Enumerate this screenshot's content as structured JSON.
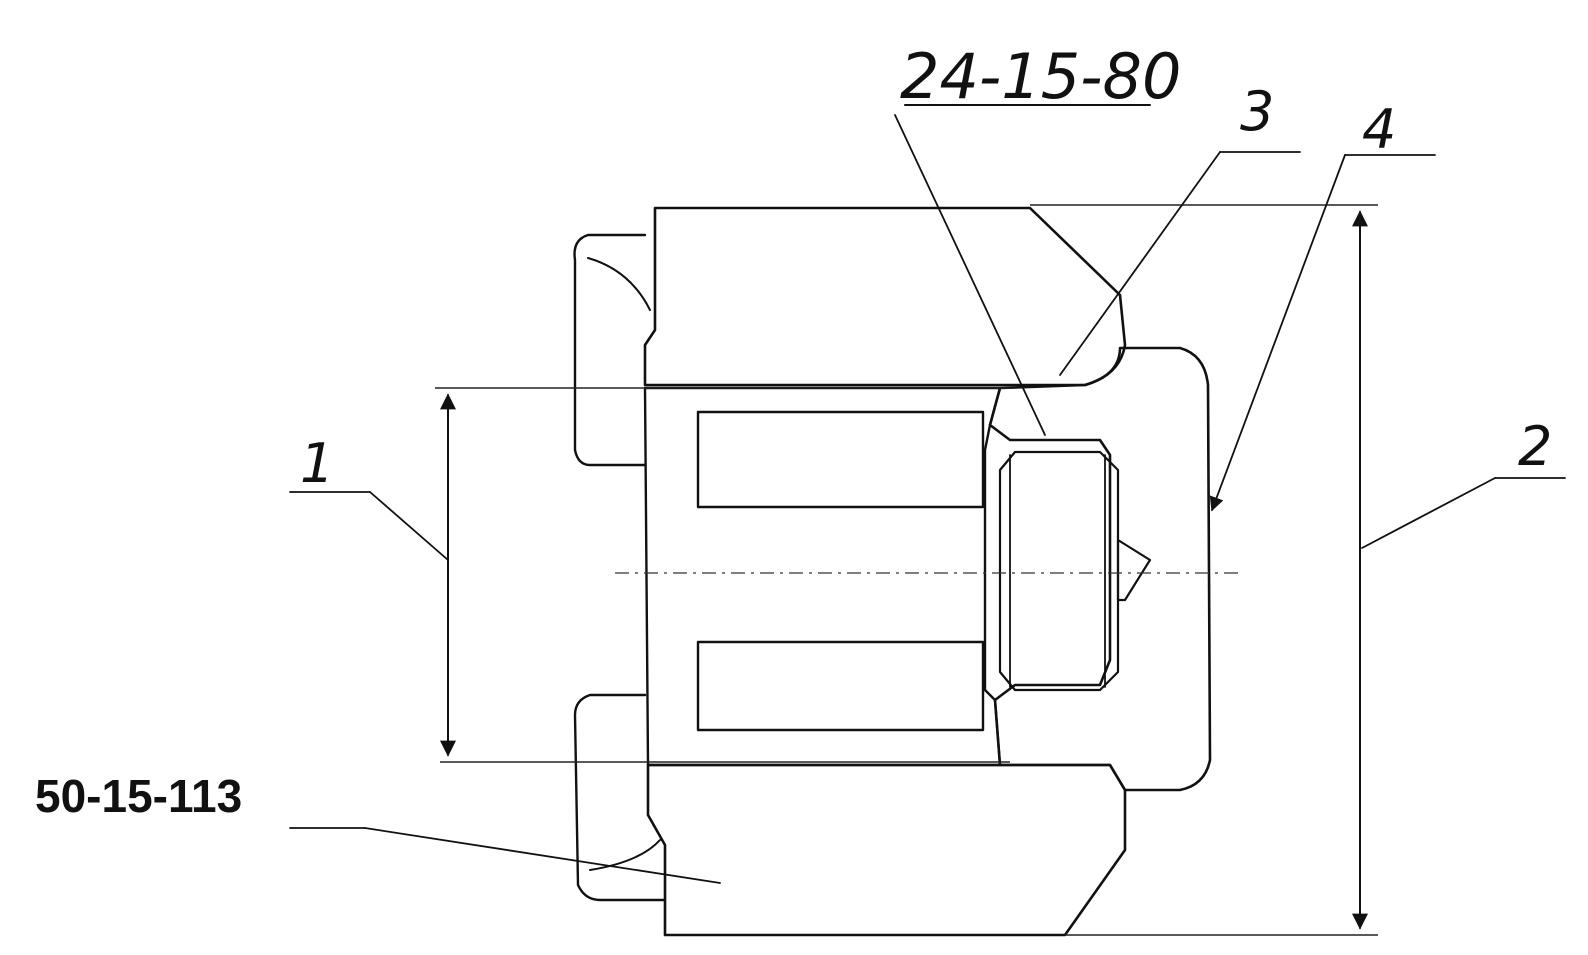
{
  "labels": {
    "top_code": "24-15-80",
    "bottom_code": "50-15-113",
    "callout_1": "1",
    "callout_2": "2",
    "callout_3": "3",
    "callout_4": "4"
  },
  "colors": {
    "ink": "#111111",
    "paper": "#ffffff"
  }
}
